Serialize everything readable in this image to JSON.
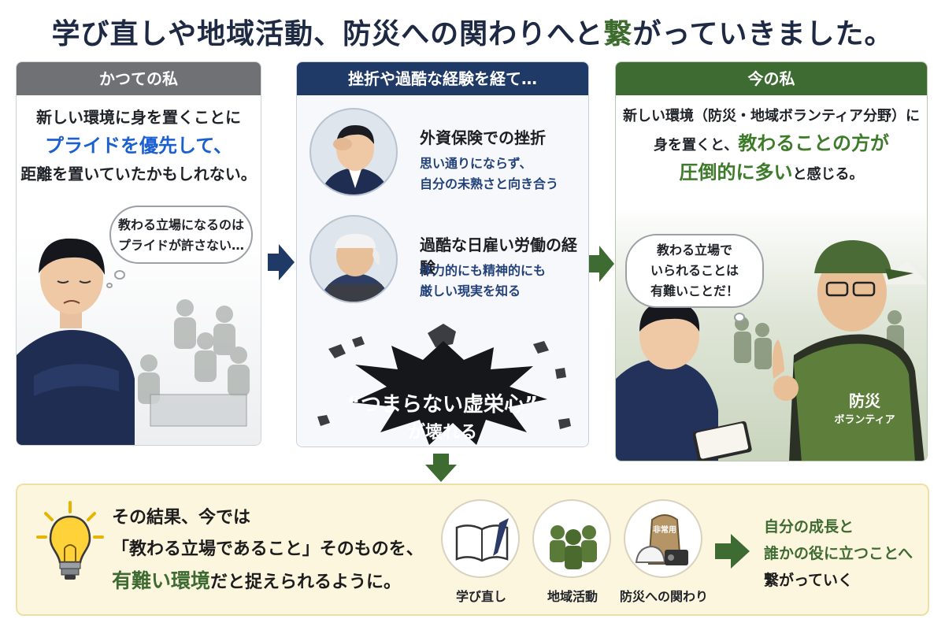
{
  "title": {
    "main": "学び直しや地域活動、防災への関わりへと",
    "green": "繋",
    "tail": "がっていきました。"
  },
  "past": {
    "header": "かつての私",
    "line1": "新しい環境に身を置くことに",
    "highlight": "プライドを優先して、",
    "line3": "距離を置いていたかもしれない。",
    "bubble_line1": "教わる立場になるのは",
    "bubble_line2": "プライドが許さない…"
  },
  "trial": {
    "header": "挫折や過酷な経験を経て…",
    "item1_title": "外資保険での挫折",
    "item1_desc1": "思い通りにならず、",
    "item1_desc2": "自分の未熟さと向き合う",
    "item2_title": "過酷な日雇い労働の経験",
    "item2_desc1": "体力的にも精神的にも",
    "item2_desc2": "厳しい現実を知る",
    "burst_line1": "“つまらない虚栄心”",
    "burst_line2": "が壊れる"
  },
  "now": {
    "header": "今の私",
    "line1": "新しい環境（防災・地域ボランティア分野）に",
    "line2_pre": "身を置くと、",
    "line2_hl": "教わることの方が",
    "line3_hl": "圧倒的に多い",
    "line3_post": "と感じる。",
    "bubble_line1": "教わる立場で",
    "bubble_line2": "いられることは",
    "bubble_line3": "有難いことだ！",
    "vest_line1": "防災",
    "vest_line2": "ボランティア"
  },
  "result": {
    "line1": "その結果、今では",
    "line2": "「教わる立場であること」そのものを、",
    "line3_hl": "有難い環境",
    "line3_post": "だと捉えられるように。",
    "icon1_label": "学び直し",
    "icon2_label": "地域活動",
    "icon3_label": "防災への関わり",
    "bag_label": "非常用",
    "end_line1": "自分の成長と",
    "end_line2": "誰かの役に立つことへ",
    "end_line3": "繋がっていく"
  },
  "colors": {
    "past_header": "#6f7175",
    "trial_header": "#1f3a66",
    "now_header": "#3e6b32",
    "blue_highlight": "#1b5fd0",
    "green_highlight": "#3d7a2a",
    "result_bg": "#fdf6df"
  },
  "icons": [
    "lightbulb-icon",
    "book-pen-icon",
    "volunteers-icon",
    "disaster-kit-icon",
    "arrow-right-icon",
    "arrow-down-icon"
  ]
}
